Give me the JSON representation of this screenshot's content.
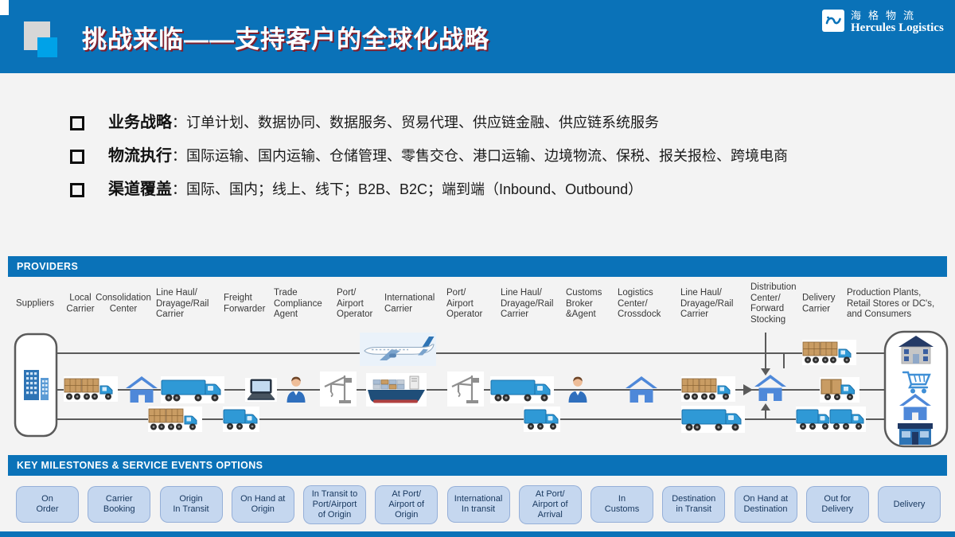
{
  "header": {
    "title": "挑战来临——支持客户的全球化战略",
    "logo_cn": "海格物流",
    "logo_en": "Hercules Logistics"
  },
  "bullets": [
    {
      "label": "业务战略",
      "text": "：订单计划、数据协同、数据服务、贸易代理、供应链金融、供应链系统服务"
    },
    {
      "label": "物流执行",
      "text": "：国际运输、国内运输、仓储管理、零售交仓、港口运输、边境物流、保税、报关报检、跨境电商"
    },
    {
      "label": "渠道覆盖",
      "text": "：国际、国内；线上、线下；B2B、B2C；端到端（Inbound、Outbound）"
    }
  ],
  "providers": {
    "bar_label": "PROVIDERS",
    "labels": [
      "Suppliers",
      "Local\nCarrier",
      "Consolidation\nCenter",
      "Line Haul/\nDrayage/Rail\nCarrier",
      "Freight\nForwarder",
      "Trade\nCompliance\nAgent",
      "Port/\nAirport\nOperator",
      "International\nCarrier",
      "Port/\nAirport\nOperator",
      "Line Haul/\nDrayage/Rail\nCarrier",
      "Customs\nBroker\n&Agent",
      "Logistics\nCenter/\nCrossdock",
      "Line Haul/\nDrayage/Rail\nCarrier",
      "Distribution\nCenter/\nForward\nStocking",
      "Delivery\nCarrier",
      "Production Plants,\nRetail Stores or DC's,\nand Consumers"
    ]
  },
  "milestones": {
    "bar_label": "KEY  MILESTONES & SERVICE EVENTS  OPTIONS",
    "items": [
      "On\nOrder",
      "Carrier\nBooking",
      "Origin\nIn Transit",
      "On Hand at\nOrigin",
      "In Transit to\nPort/Airport\nof Origin",
      "At Port/\nAirport of\nOrigin",
      "International\nIn transit",
      "At Port/\nAirport of\nArrival",
      "In\nCustoms",
      "Destination\nin Transit",
      "On Hand at\nDestination",
      "Out  for\nDelivery",
      "Delivery"
    ]
  },
  "colors": {
    "primary_blue": "#0a72b8",
    "accent_cyan": "#00a2e8",
    "title_shadow_red": "#7e1f2e",
    "milestone_fill": "#c5d7ef",
    "milestone_text": "#17375e"
  }
}
